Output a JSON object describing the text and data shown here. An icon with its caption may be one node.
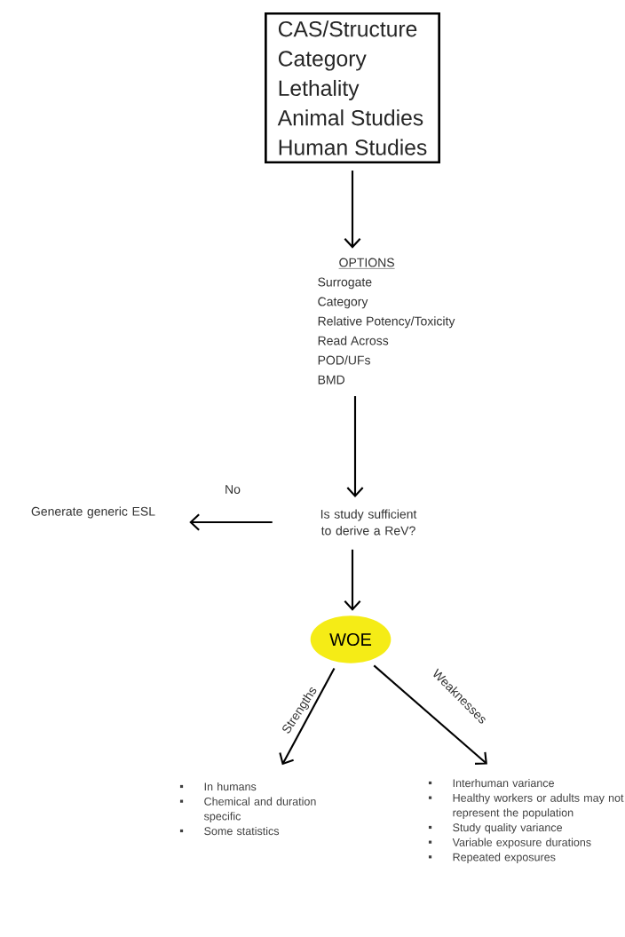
{
  "diagram": {
    "nodes": [
      {
        "text": [
          "CAS/Structure",
          "Category",
          "Lethality",
          "Animal Studies",
          "Human Studies"
        ]
      },
      {
        "text": [
          "OPTIONS",
          "Surrogate",
          "Category",
          "Relative Potency/Toxicity",
          "Read Across",
          "POD/UFs",
          "BMD"
        ]
      },
      {
        "text": [
          "Is study sufficient to derive a ReV?"
        ]
      },
      {
        "text": [
          "Generate generic ESL"
        ]
      },
      {
        "text": [
          "WOE"
        ]
      },
      {
        "text": [
          "In humans",
          "Chemical and duration specific",
          "Some statistics"
        ]
      },
      {
        "text": [
          "Interhuman variance",
          "Healthy workers or adults may not represent the population",
          "Study quality variance",
          "Variable exposure durations",
          "Repeated exposures"
        ]
      }
    ],
    "edges": [
      {
        "from": 0,
        "to": 1,
        "arrow": "to"
      },
      {
        "from": 1,
        "to": 2,
        "arrow": "to"
      },
      {
        "from": 2,
        "to": 3,
        "arrow": "to",
        "label": "No"
      },
      {
        "from": 2,
        "to": 4,
        "arrow": "to"
      },
      {
        "from": 4,
        "to": 5,
        "arrow": "to",
        "label": "Strengths"
      },
      {
        "from": 4,
        "to": 6,
        "arrow": "to",
        "label": "Weaknesses"
      }
    ]
  }
}
